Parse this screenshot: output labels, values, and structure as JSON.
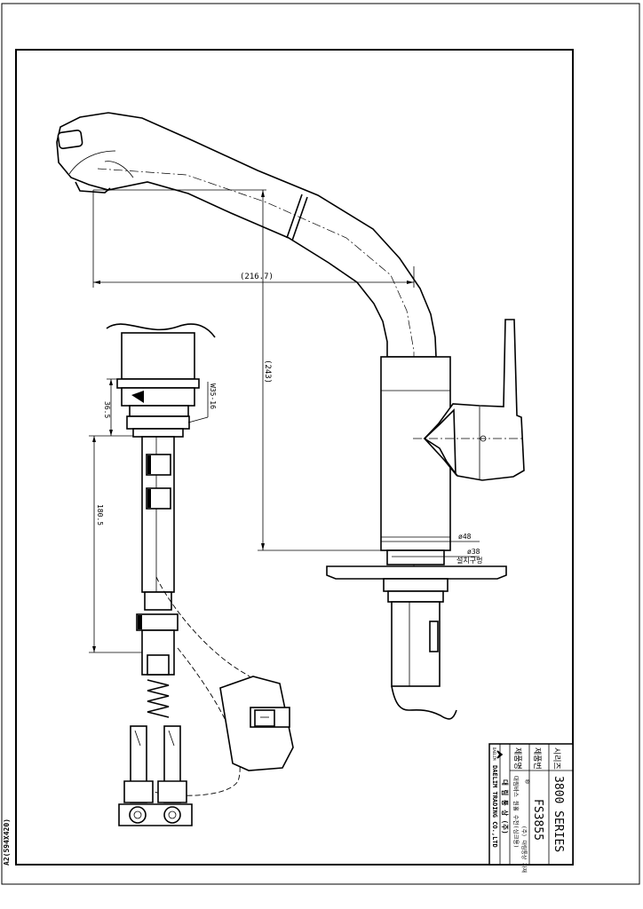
{
  "sheet_size": "A2(594X420)",
  "dimensions": {
    "reach": "(216.7)",
    "height": "(243)",
    "nut_height": "36.5",
    "thread": "W35-16",
    "hose_length": "180.5",
    "body_diameter": "ø48",
    "hole_diameter": "ø38",
    "hole_label": "설치구멍"
  },
  "title_block": {
    "series_label": "시리즈",
    "series_value": "3800 SERIES",
    "model_label": "제품번",
    "model_value": "FS3855",
    "name_label": "제품명",
    "name_line1": "대림바스 원홀 수전(싱크용)",
    "name_line2": "(주) 대림통상 자재",
    "company_ko": "대 림 통 상 (주)",
    "company_en": "DAELIM TRADING CO.,LTD",
    "logo_text": "DAELIM",
    "mark": "®"
  },
  "colors": {
    "line": "#000000",
    "paper": "#ffffff"
  }
}
